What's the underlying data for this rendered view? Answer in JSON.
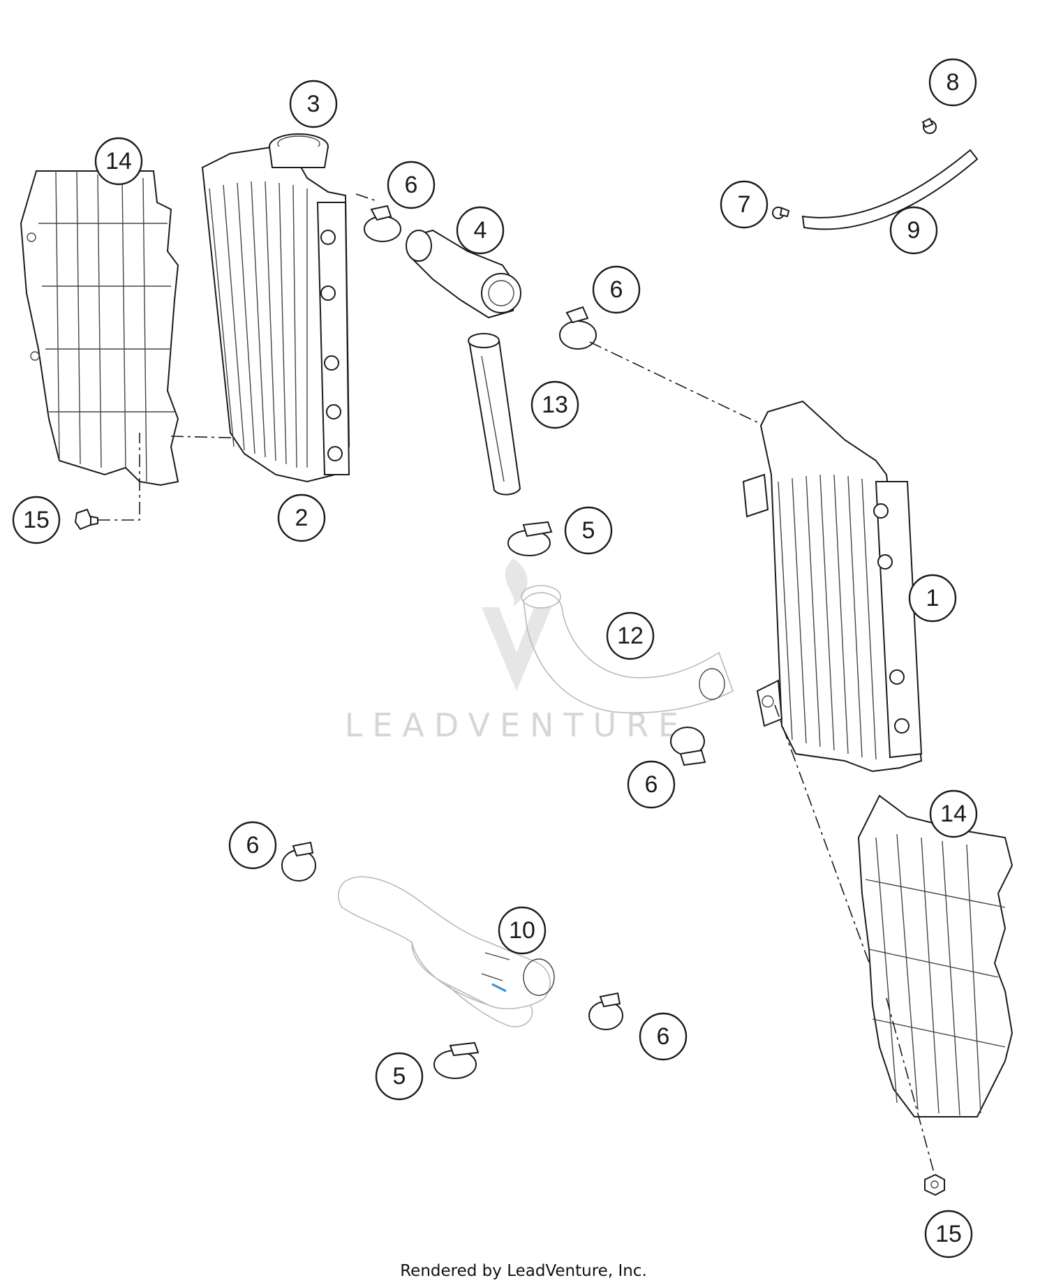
{
  "callouts": [
    "1",
    "2",
    "3",
    "4",
    "5",
    "6",
    "7",
    "8",
    "9",
    "10",
    "12",
    "13",
    "14",
    "15"
  ],
  "watermark": "LEADVENTURE",
  "credit": "Rendered by LeadVenture, Inc."
}
